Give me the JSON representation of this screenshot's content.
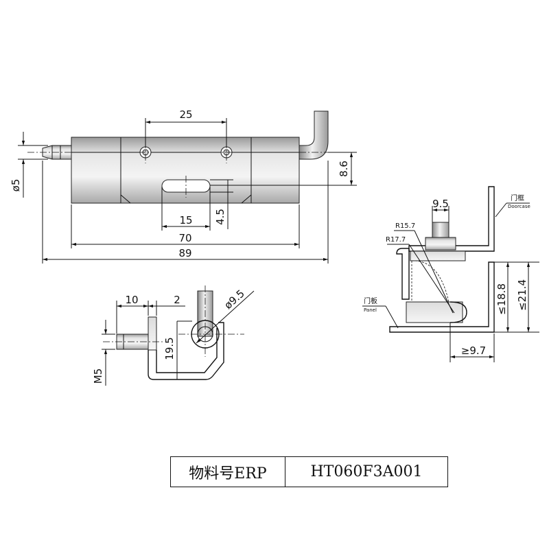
{
  "views": {
    "front": {
      "dim_hole_spacing": "25",
      "dim_height": "8.6",
      "dim_pin_diameter": "ø5",
      "dim_slot_length": "15",
      "dim_slot_width": "4.5",
      "dim_body_length": "70",
      "dim_overall_length": "89"
    },
    "side": {
      "dim_thread_length": "10",
      "dim_gap": "2",
      "dim_bend_diameter": "ø9.5",
      "dim_height": "19.5",
      "dim_thread": "M5"
    },
    "install": {
      "dim_pin_width": "9.5",
      "radius_outer": "R17.7",
      "radius_inner": "R15.7",
      "label_doorcase_cn": "门框",
      "label_doorcase_en": "Doorcase",
      "label_panel_cn": "门板",
      "label_panel_en": "Panel",
      "dim_max_inner": "≤18.8",
      "dim_max_outer": "≤21.4",
      "dim_min_clearance": "≥9.7"
    }
  },
  "erp": {
    "label": "物料号ERP",
    "value": "HT060F3A001"
  }
}
